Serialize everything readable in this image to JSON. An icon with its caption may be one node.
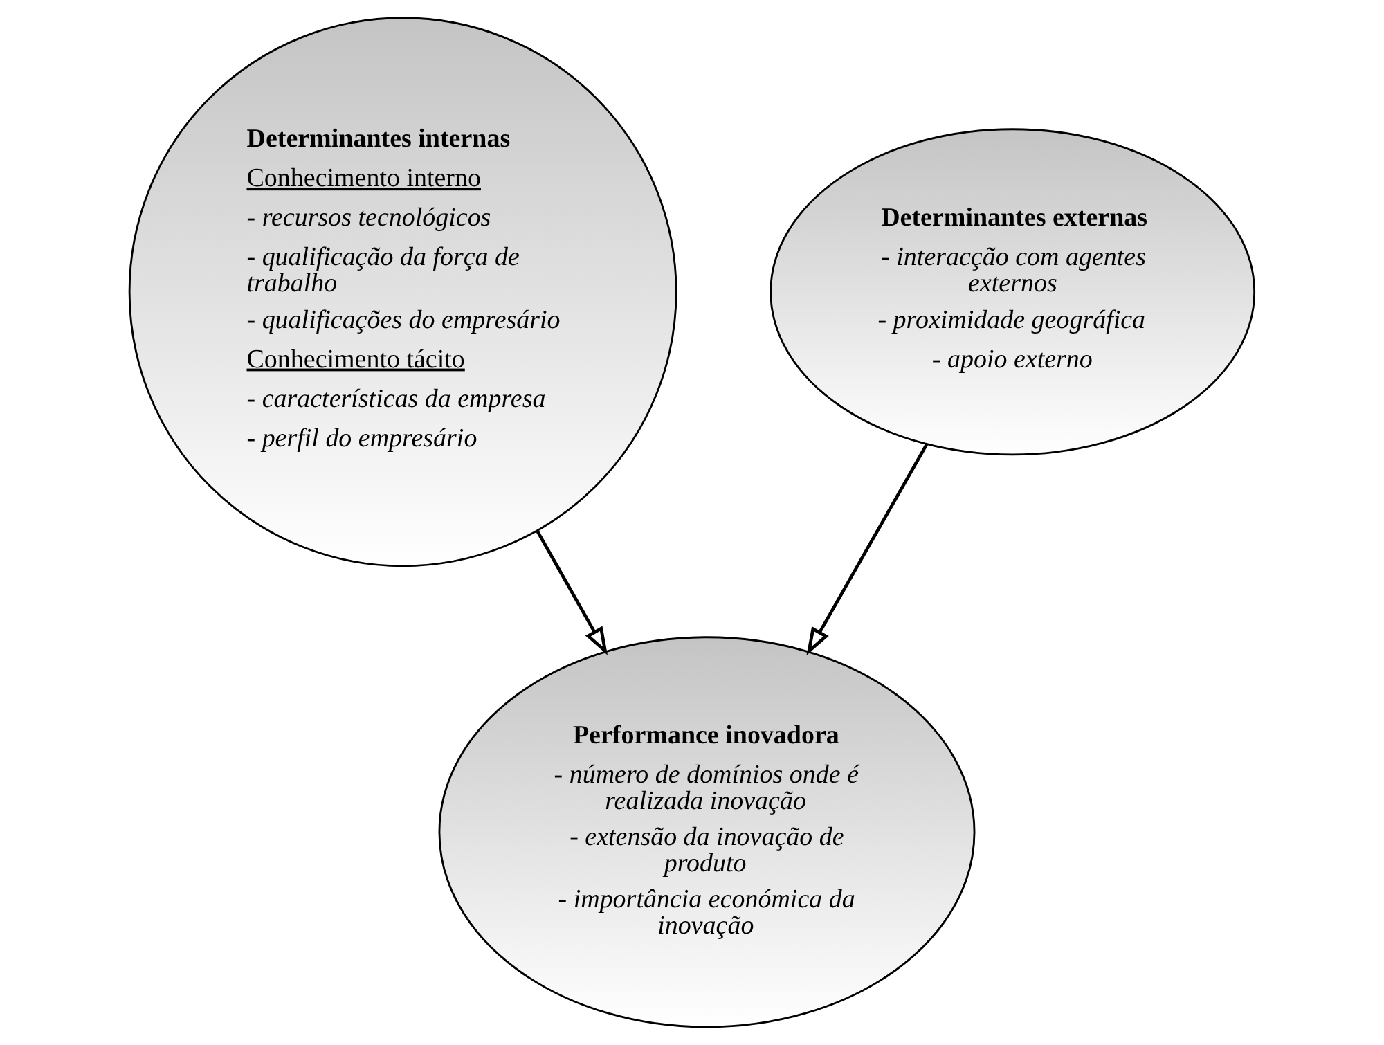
{
  "diagram": {
    "nodes": [
      {
        "text": [
          "Determinantes internas",
          "Conhecimento interno",
          "- recursos tecnológicos",
          "- qualificação da força de trabalho",
          "- qualificações do empresário",
          "Conhecimento tácito",
          "- características da empresa",
          "- perfil do empresário"
        ]
      },
      {
        "text": [
          "Determinantes externas",
          "- interacção com agentes externos",
          "- proximidade geográfica",
          "- apoio externo"
        ]
      },
      {
        "text": [
          "Performance inovadora",
          "- número de domínios onde é realizada inovação",
          "- extensão da inovação de produto",
          "- importância económica da inovação"
        ]
      }
    ],
    "edges": [
      {
        "from": 0,
        "to": 2,
        "arrow": "to"
      },
      {
        "from": 1,
        "to": 2,
        "arrow": "to"
      }
    ]
  }
}
